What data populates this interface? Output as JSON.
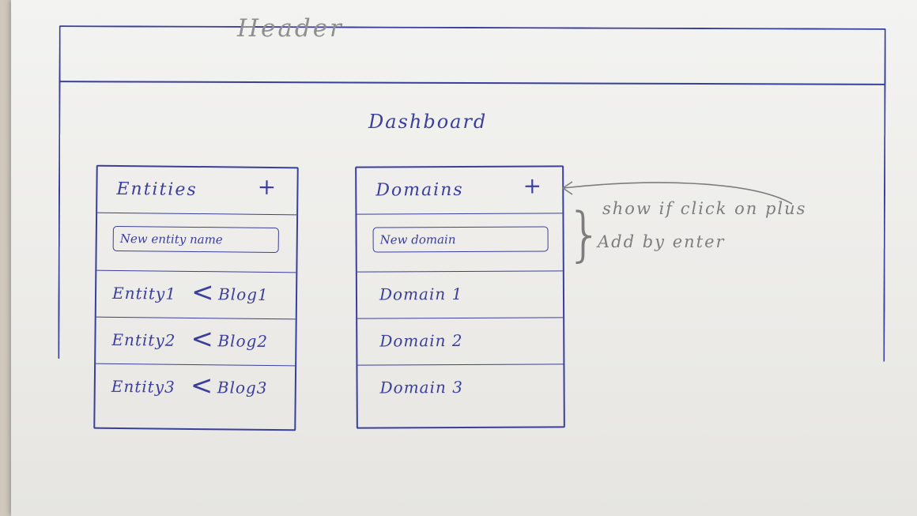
{
  "header": {
    "title": "Header"
  },
  "page": {
    "title": "Dashboard"
  },
  "entities": {
    "title": "Entities",
    "add_symbol": "+",
    "input_placeholder": "New entity name",
    "items": [
      {
        "name": "Entity1",
        "separator": "<",
        "blog": "Blog1"
      },
      {
        "name": "Entity2",
        "separator": "<",
        "blog": "Blog2"
      },
      {
        "name": "Entity3",
        "separator": "<",
        "blog": "Blog3"
      }
    ]
  },
  "domains": {
    "title": "Domains",
    "add_symbol": "+",
    "input_placeholder": "New domain",
    "items": [
      {
        "name": "Domain 1"
      },
      {
        "name": "Domain 2"
      },
      {
        "name": "Domain 3"
      }
    ]
  },
  "annotations": {
    "line1": "show if click on plus",
    "line2": "Add by enter"
  },
  "colors": {
    "ink": "#3b3f9c",
    "pencil": "#7d7d7d",
    "paper": "#f3f3f1"
  }
}
